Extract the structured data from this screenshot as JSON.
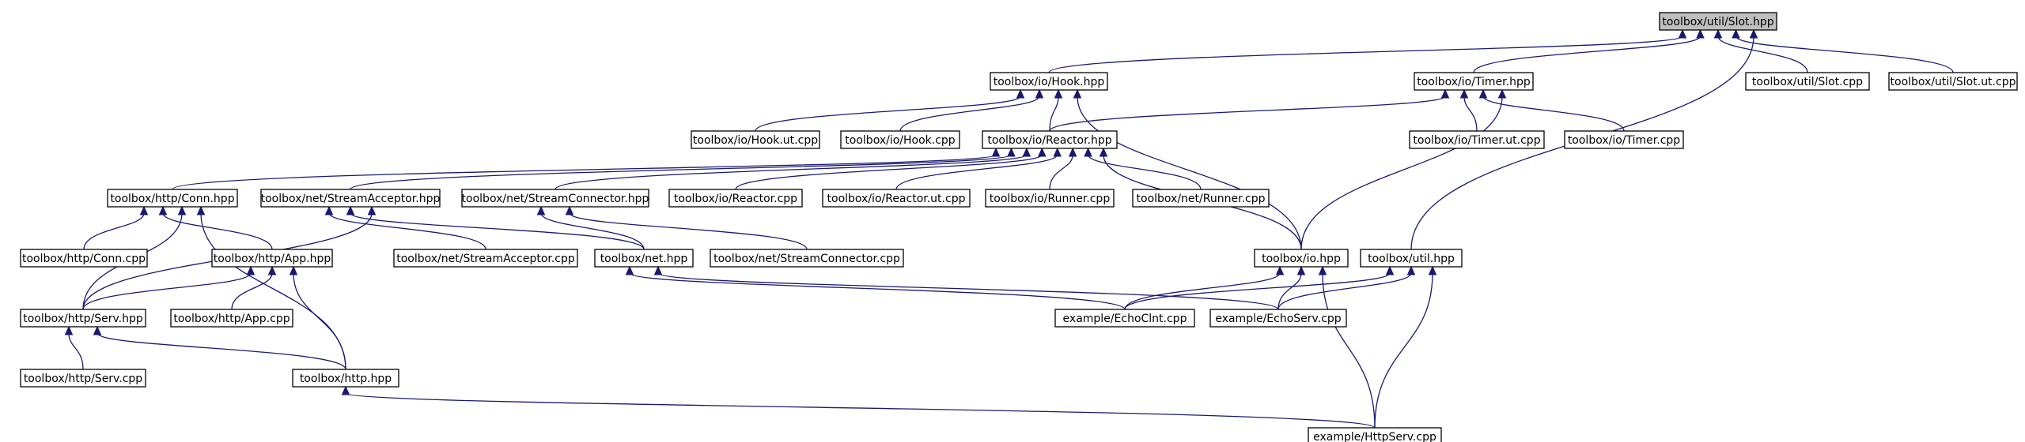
{
  "nodes": [
    {
      "id": "slot_hpp",
      "label": "toolbox/util/Slot.hpp",
      "root": true
    },
    {
      "id": "hook_hpp",
      "label": "toolbox/io/Hook.hpp"
    },
    {
      "id": "timer_hpp",
      "label": "toolbox/io/Timer.hpp"
    },
    {
      "id": "slot_cpp",
      "label": "toolbox/util/Slot.cpp"
    },
    {
      "id": "slot_ut_cpp",
      "label": "toolbox/util/Slot.ut.cpp"
    },
    {
      "id": "hook_ut_cpp",
      "label": "toolbox/io/Hook.ut.cpp"
    },
    {
      "id": "hook_cpp",
      "label": "toolbox/io/Hook.cpp"
    },
    {
      "id": "reactor_hpp",
      "label": "toolbox/io/Reactor.hpp"
    },
    {
      "id": "timer_ut_cpp",
      "label": "toolbox/io/Timer.ut.cpp"
    },
    {
      "id": "timer_cpp",
      "label": "toolbox/io/Timer.cpp"
    },
    {
      "id": "conn_hpp",
      "label": "toolbox/http/Conn.hpp"
    },
    {
      "id": "acceptor_hpp",
      "label": "toolbox/net/StreamAcceptor.hpp"
    },
    {
      "id": "connector_hpp",
      "label": "toolbox/net/StreamConnector.hpp"
    },
    {
      "id": "reactor_cpp",
      "label": "toolbox/io/Reactor.cpp"
    },
    {
      "id": "reactor_ut_cpp",
      "label": "toolbox/io/Reactor.ut.cpp"
    },
    {
      "id": "io_runner_cpp",
      "label": "toolbox/io/Runner.cpp"
    },
    {
      "id": "net_runner_cpp",
      "label": "toolbox/net/Runner.cpp"
    },
    {
      "id": "conn_cpp",
      "label": "toolbox/http/Conn.cpp"
    },
    {
      "id": "app_hpp",
      "label": "toolbox/http/App.hpp"
    },
    {
      "id": "acceptor_cpp",
      "label": "toolbox/net/StreamAcceptor.cpp"
    },
    {
      "id": "net_hpp",
      "label": "toolbox/net.hpp"
    },
    {
      "id": "connector_cpp",
      "label": "toolbox/net/StreamConnector.cpp"
    },
    {
      "id": "io_hpp",
      "label": "toolbox/io.hpp"
    },
    {
      "id": "util_hpp",
      "label": "toolbox/util.hpp"
    },
    {
      "id": "serv_hpp",
      "label": "toolbox/http/Serv.hpp"
    },
    {
      "id": "app_cpp",
      "label": "toolbox/http/App.cpp"
    },
    {
      "id": "echoclnt_cpp",
      "label": "example/EchoClnt.cpp"
    },
    {
      "id": "echoserv_cpp",
      "label": "example/EchoServ.cpp"
    },
    {
      "id": "serv_cpp",
      "label": "toolbox/http/Serv.cpp"
    },
    {
      "id": "http_hpp",
      "label": "toolbox/http.hpp"
    },
    {
      "id": "httpserv_cpp",
      "label": "example/HttpServ.cpp"
    }
  ],
  "edges": [
    {
      "from": "hook_hpp",
      "to": "slot_hpp"
    },
    {
      "from": "timer_hpp",
      "to": "slot_hpp"
    },
    {
      "from": "slot_cpp",
      "to": "slot_hpp"
    },
    {
      "from": "slot_ut_cpp",
      "to": "slot_hpp"
    },
    {
      "from": "util_hpp",
      "to": "slot_hpp"
    },
    {
      "from": "hook_ut_cpp",
      "to": "hook_hpp"
    },
    {
      "from": "hook_cpp",
      "to": "hook_hpp"
    },
    {
      "from": "reactor_hpp",
      "to": "hook_hpp"
    },
    {
      "from": "io_hpp",
      "to": "hook_hpp"
    },
    {
      "from": "reactor_hpp",
      "to": "timer_hpp"
    },
    {
      "from": "timer_ut_cpp",
      "to": "timer_hpp"
    },
    {
      "from": "timer_cpp",
      "to": "timer_hpp"
    },
    {
      "from": "io_hpp",
      "to": "timer_hpp"
    },
    {
      "from": "conn_hpp",
      "to": "reactor_hpp"
    },
    {
      "from": "acceptor_hpp",
      "to": "reactor_hpp"
    },
    {
      "from": "connector_hpp",
      "to": "reactor_hpp"
    },
    {
      "from": "reactor_cpp",
      "to": "reactor_hpp"
    },
    {
      "from": "reactor_ut_cpp",
      "to": "reactor_hpp"
    },
    {
      "from": "io_runner_cpp",
      "to": "reactor_hpp"
    },
    {
      "from": "net_runner_cpp",
      "to": "reactor_hpp"
    },
    {
      "from": "io_hpp",
      "to": "reactor_hpp"
    },
    {
      "from": "conn_cpp",
      "to": "conn_hpp"
    },
    {
      "from": "app_hpp",
      "to": "conn_hpp"
    },
    {
      "from": "serv_hpp",
      "to": "conn_hpp"
    },
    {
      "from": "http_hpp",
      "to": "conn_hpp"
    },
    {
      "from": "acceptor_cpp",
      "to": "acceptor_hpp"
    },
    {
      "from": "net_hpp",
      "to": "acceptor_hpp"
    },
    {
      "from": "serv_hpp",
      "to": "acceptor_hpp"
    },
    {
      "from": "net_hpp",
      "to": "connector_hpp"
    },
    {
      "from": "connector_cpp",
      "to": "connector_hpp"
    },
    {
      "from": "serv_hpp",
      "to": "app_hpp"
    },
    {
      "from": "app_cpp",
      "to": "app_hpp"
    },
    {
      "from": "http_hpp",
      "to": "app_hpp"
    },
    {
      "from": "echoclnt_cpp",
      "to": "net_hpp"
    },
    {
      "from": "echoserv_cpp",
      "to": "net_hpp"
    },
    {
      "from": "echoclnt_cpp",
      "to": "io_hpp"
    },
    {
      "from": "echoserv_cpp",
      "to": "io_hpp"
    },
    {
      "from": "httpserv_cpp",
      "to": "io_hpp"
    },
    {
      "from": "echoclnt_cpp",
      "to": "util_hpp"
    },
    {
      "from": "echoserv_cpp",
      "to": "util_hpp"
    },
    {
      "from": "httpserv_cpp",
      "to": "util_hpp"
    },
    {
      "from": "serv_cpp",
      "to": "serv_hpp"
    },
    {
      "from": "http_hpp",
      "to": "serv_hpp"
    },
    {
      "from": "httpserv_cpp",
      "to": "http_hpp"
    }
  ]
}
